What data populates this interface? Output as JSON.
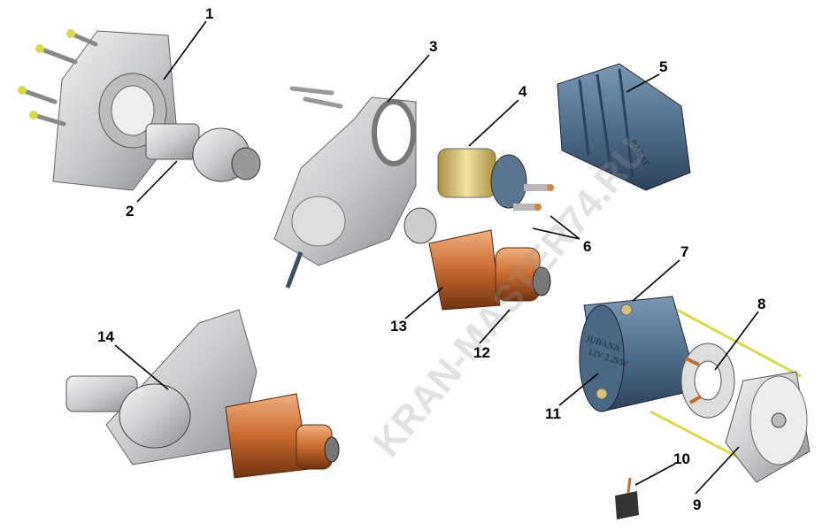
{
  "diagram": {
    "watermark": "KRAN-MASTER74.RU",
    "callouts": [
      "1",
      "2",
      "3",
      "4",
      "5",
      "6",
      "7",
      "8",
      "9",
      "10",
      "11",
      "12",
      "13",
      "14"
    ],
    "stator_marking": {
      "brand": "JUBANA",
      "rating": "12V 2.2kW"
    },
    "cover_marking": "BARAT"
  },
  "colors": {
    "metal": "#d8dadc",
    "steel_blue": "#4f6f8e",
    "copper": "#c86a2e",
    "brass": "#d8c27a",
    "bolt": "#d9d94a"
  }
}
